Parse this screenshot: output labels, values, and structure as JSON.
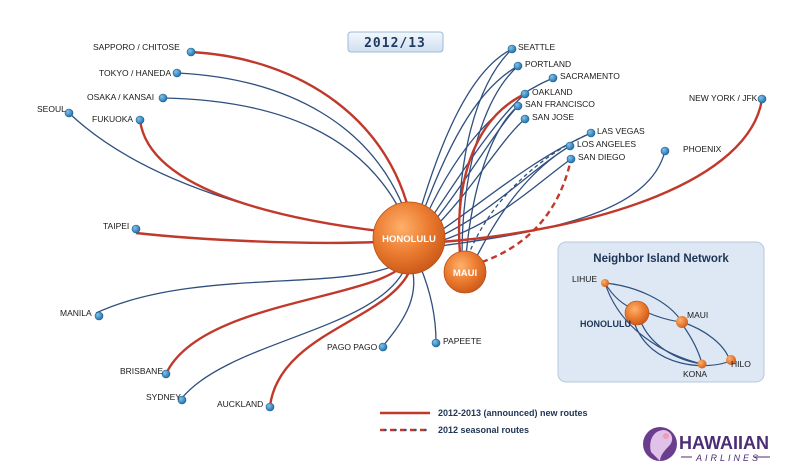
{
  "year_badge": "2012/13",
  "hubs": {
    "honolulu": "HONOLULU",
    "maui": "MAUI"
  },
  "cities": {
    "sapporo": "SAPPORO / CHITOSE",
    "tokyo": "TOKYO / HANEDA",
    "osaka": "OSAKA / KANSAI",
    "seoul": "SEOUL",
    "fukuoka": "FUKUOKA",
    "taipei": "TAIPEI",
    "manila": "MANILA",
    "brisbane": "BRISBANE",
    "sydney": "SYDNEY",
    "auckland": "AUCKLAND",
    "pago_pago": "PAGO PAGO",
    "papeete": "PAPEETE",
    "seattle": "SEATTLE",
    "portland": "PORTLAND",
    "sacramento": "SACRAMENTO",
    "oakland": "OAKLAND",
    "san_francisco": "SAN FRANCISCO",
    "san_jose": "SAN JOSE",
    "las_vegas": "LAS VEGAS",
    "los_angeles": "LOS ANGELES",
    "san_diego": "SAN DIEGO",
    "phoenix": "PHOENIX",
    "new_york": "NEW YORK / JFK"
  },
  "neighbor_island": {
    "title": "Neighbor Island Network",
    "honolulu": "HONOLULU",
    "lihue": "LIHUE",
    "maui": "MAUI",
    "kona": "KONA",
    "hilo": "HILO"
  },
  "legend": {
    "new_routes": "2012-2013 (announced) new routes",
    "seasonal_routes": "2012 seasonal routes"
  },
  "logo": {
    "name": "HAWAIIAN",
    "sub": "AIRLINES"
  },
  "colors": {
    "route_blue": "#2f4f7f",
    "route_red": "#c0392b",
    "dot_blue": "#2e7fb8",
    "hub_orange": "#e8742a",
    "panel_bg": "#dde8f4",
    "logo_purple": "#4b2e75"
  },
  "icons": {
    "logo": "hawaiian-airlines-pualani-icon"
  }
}
